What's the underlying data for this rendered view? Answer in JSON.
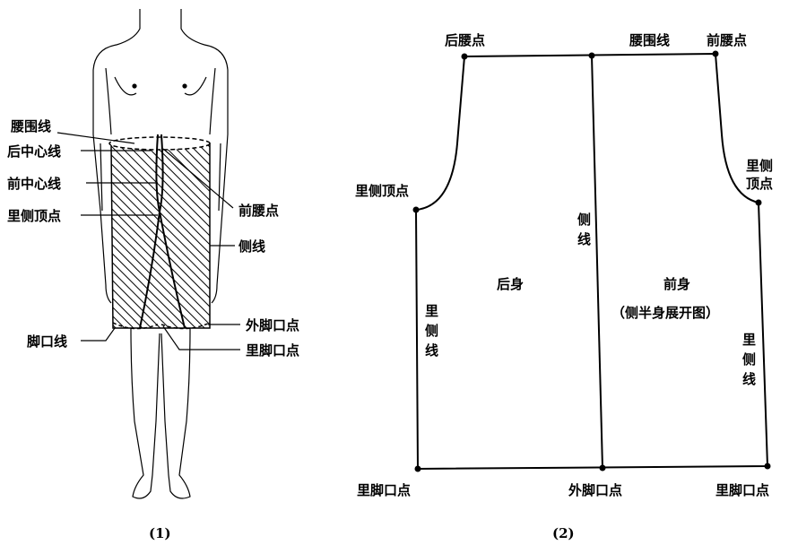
{
  "figure1": {
    "caption": "(1)",
    "labels": {
      "waist_line": "腰围线",
      "back_center_line": "后中心线",
      "front_center_line": "前中心线",
      "inner_top_point": "里侧顶点",
      "front_waist_point": "前腰点",
      "side_line": "侧线",
      "outer_hem_point": "外脚口点",
      "hem_line": "脚口线",
      "inner_hem_point": "里脚口点"
    }
  },
  "figure2": {
    "caption": "(2)",
    "labels": {
      "back_waist_point": "后腰点",
      "waist_line": "腰围线",
      "front_waist_point": "前腰点",
      "inner_top_point_left": "里侧顶点",
      "inner_top_point_right_1": "里侧",
      "inner_top_point_right_2": "顶点",
      "side_line_1": "侧",
      "side_line_2": "线",
      "back_body": "后身",
      "front_body": "前身",
      "front_body_note": "（侧半身展开图）",
      "inner_side_line_left_1": "里",
      "inner_side_line_left_2": "侧",
      "inner_side_line_left_3": "线",
      "inner_side_line_right_1": "里",
      "inner_side_line_right_2": "侧",
      "inner_side_line_right_3": "线",
      "inner_hem_point_left": "里脚口点",
      "outer_hem_point": "外脚口点",
      "inner_hem_point_right": "里脚口点"
    }
  }
}
